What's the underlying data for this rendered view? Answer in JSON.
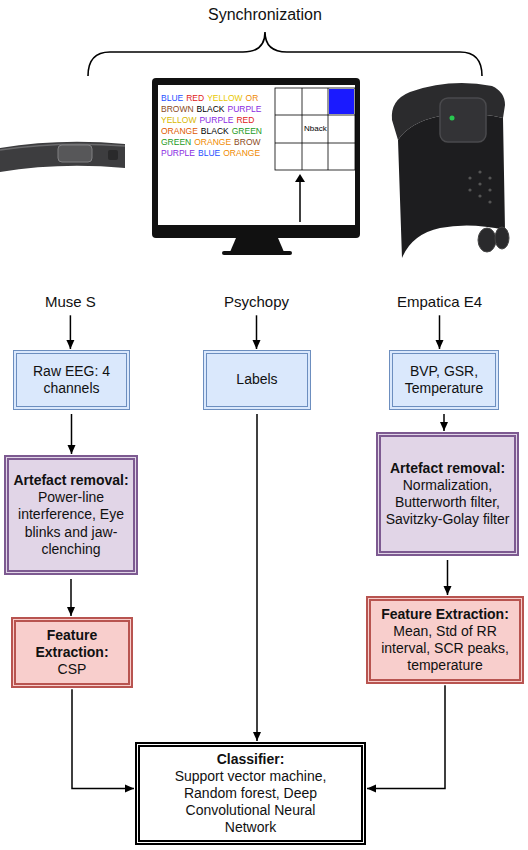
{
  "diagram": {
    "nodes": [
      {
        "text": [
          "Muse S"
        ]
      },
      {
        "text": [
          "Psychopy"
        ]
      },
      {
        "text": [
          "Empatica E4"
        ]
      },
      {
        "text": [
          "Raw EEG: 4 channels"
        ]
      },
      {
        "text": [
          "Labels"
        ]
      },
      {
        "text": [
          "BVP, GSR, Temperature"
        ]
      },
      {
        "text": [
          "Artefact removal:",
          "Power-line interference, Eye blinks and jaw-clenching"
        ]
      },
      {
        "text": [
          "Artefact removal:",
          "Normalization, Butterworth filter, Savitzky-Golay filter"
        ]
      },
      {
        "text": [
          "Feature Extraction:",
          "CSP"
        ]
      },
      {
        "text": [
          "Feature Extraction:",
          "Mean, Std of RR interval, SCR peaks, temperature"
        ]
      },
      {
        "text": [
          "Classifier:",
          "Support vector machine, Random forest, Deep Convolutional Neural Network"
        ]
      }
    ],
    "edges": [
      {
        "from": 0,
        "to": 3,
        "arrow": "to"
      },
      {
        "from": 1,
        "to": 4,
        "arrow": "to"
      },
      {
        "from": 2,
        "to": 5,
        "arrow": "to"
      },
      {
        "from": 3,
        "to": 6,
        "arrow": "to"
      },
      {
        "from": 5,
        "to": 7,
        "arrow": "to"
      },
      {
        "from": 6,
        "to": 8,
        "arrow": "to"
      },
      {
        "from": 7,
        "to": 9,
        "arrow": "to"
      },
      {
        "from": 4,
        "to": 10,
        "arrow": "to"
      },
      {
        "from": 8,
        "to": 10,
        "arrow": "to"
      },
      {
        "from": 9,
        "to": 10,
        "arrow": "to"
      }
    ],
    "labels": [
      "Synchronization",
      "BLUE",
      "RED",
      "YELLOW",
      "OR",
      "BROWN",
      "BLACK",
      "PURPLE",
      "YELLOW",
      "PURPLE",
      "RED",
      "ORANGE",
      "BLACK",
      "GREEN",
      "GREEN",
      "ORANGE",
      "BROW",
      "PURPLE",
      "BLUE",
      "ORANGE",
      "Nback"
    ]
  }
}
